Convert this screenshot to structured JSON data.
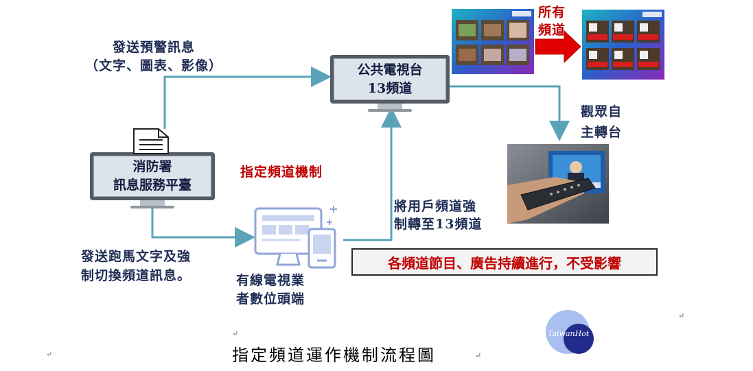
{
  "labels": {
    "send_alert_line1": "發送預警訊息",
    "send_alert_line2": "（文字、圖表、影像）",
    "designated_mechanism": "指定頻道機制",
    "force_switch_line1": "將用戶頻道強",
    "force_switch_line2": "制轉至13頻道",
    "viewer_line1": "觀眾自",
    "viewer_line2": "主轉台",
    "all_channels_line1": "所有",
    "all_channels_line2": "頻道",
    "send_ticker_line1": "發送跑馬文字及強",
    "send_ticker_line2": "制切換頻道訊息。",
    "cable_line1": "有線電視業",
    "cable_line2": "者數位頭端"
  },
  "fire_dept": {
    "line1": "消防署",
    "line2": "訊息服務平臺"
  },
  "pts": {
    "line1": "公共電視台",
    "line2": "13頻道"
  },
  "notice": "各頻道節目、廣告持續進行，不受影響",
  "caption": "指定頻道運作機制流程圖",
  "watermark": "TaiwanHot",
  "colors": {
    "arrow": "#5aa3b8",
    "red_arrow": "#e00000",
    "box_border": "#2a2a2a",
    "title_text": "#c00000"
  },
  "icons": [
    "document-icon",
    "tablet-monitor-icon",
    "tv-remote-icon",
    "channel-grid-icon"
  ]
}
